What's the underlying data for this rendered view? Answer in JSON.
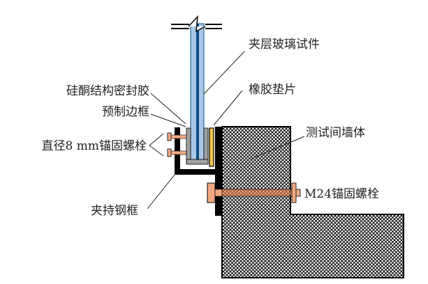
{
  "diagram": {
    "title": "Laminated glass specimen clamping detail",
    "labels": {
      "glass": "夹层玻璃试件",
      "sealant": "硅酮结构密封胶",
      "rubber_pad": "橡胶垫片",
      "frame": "预制边框",
      "wall": "测试间墙体",
      "small_bolt": "直径8 mm锚固螺栓",
      "m24_bolt": "M24锚固螺栓",
      "steel_frame": "夹持钢框"
    },
    "colors": {
      "glass_fill": "#a9c8e8",
      "glass_edge": "#0d4f80",
      "interlayer": "#0d4f80",
      "frame_gray": "#a0a0a0",
      "steel": "#000000",
      "rubber": "#f2c64e",
      "bolt": "#f2a982",
      "wall_hatch": "#000000"
    }
  }
}
